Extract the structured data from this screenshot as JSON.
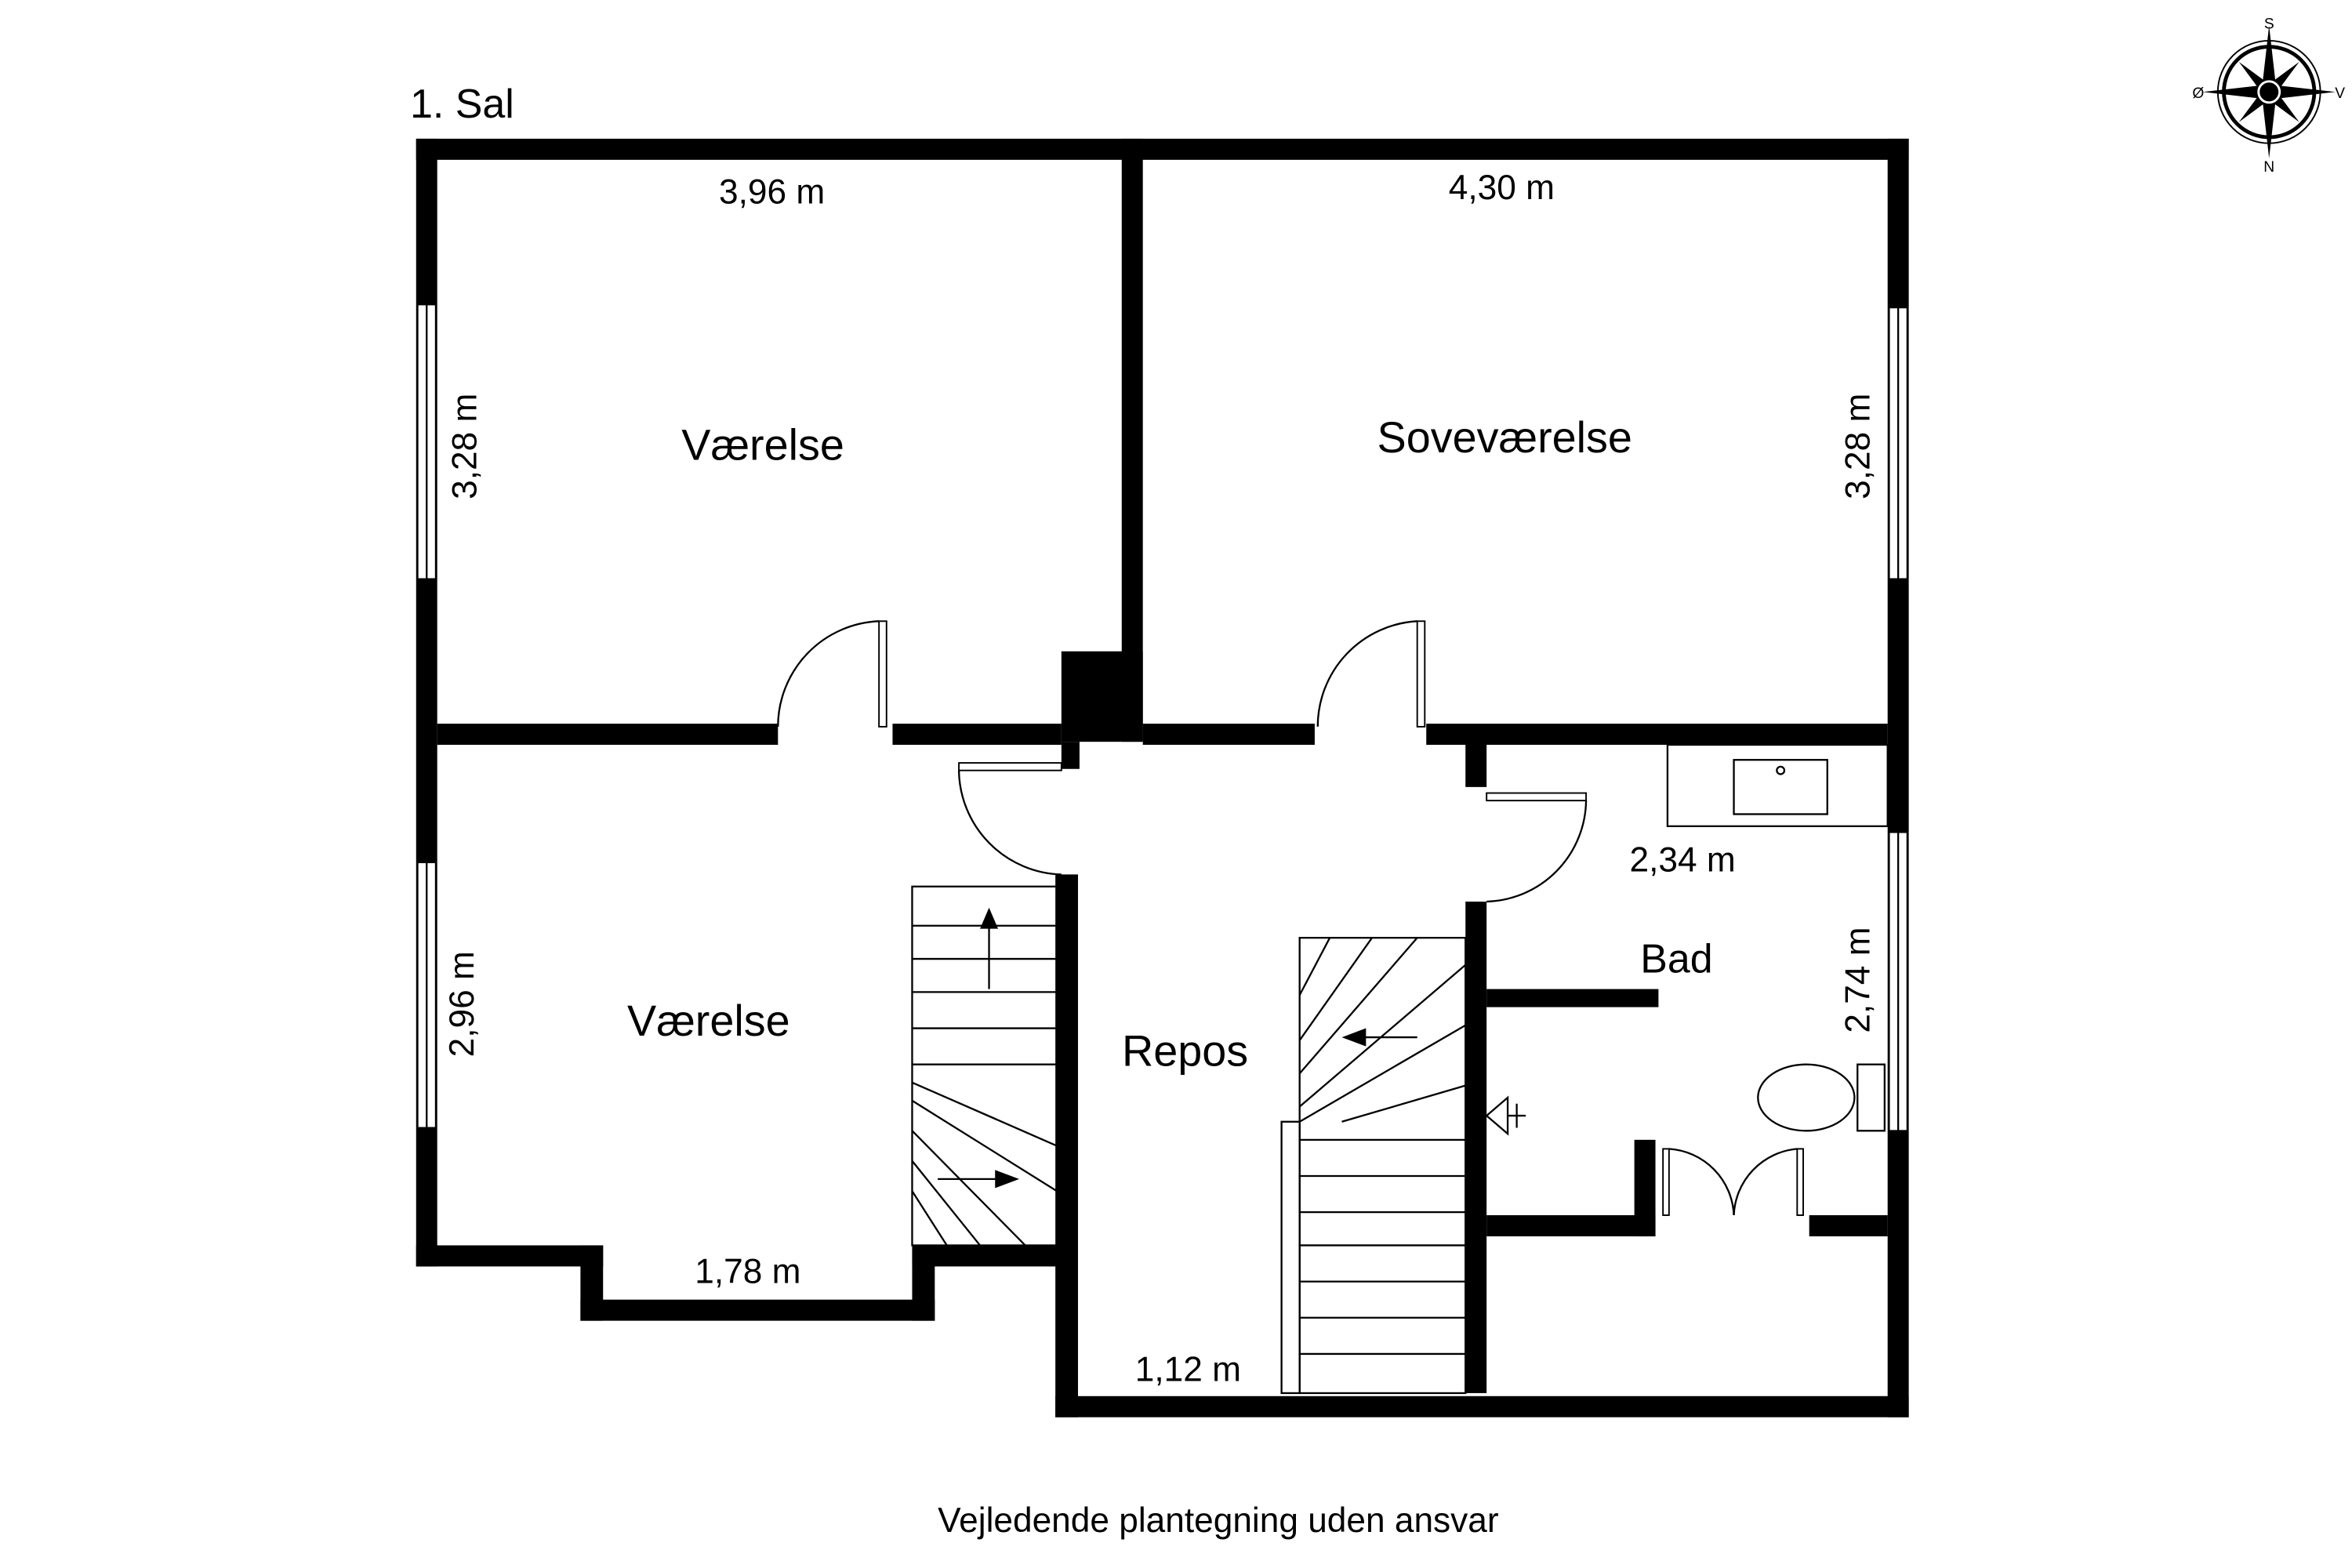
{
  "floor_title": "1. Sal",
  "footer": "Vejledende plantegning uden ansvar",
  "compass": {
    "north": "N",
    "south": "S",
    "east": "Ø",
    "west": "V",
    "icon": "compass-rose-icon"
  },
  "rooms": [
    {
      "name": "Værelse",
      "width": "3,96 m",
      "height": "3,28 m"
    },
    {
      "name": "Soveværelse",
      "width": "4,30 m",
      "height": "3,28 m"
    },
    {
      "name": "Værelse",
      "width": "1,78 m",
      "height": "2,96 m"
    },
    {
      "name": "Repos",
      "width": "1,12 m"
    },
    {
      "name": "Bad",
      "width": "2,34 m",
      "height": "2,74 m"
    }
  ]
}
